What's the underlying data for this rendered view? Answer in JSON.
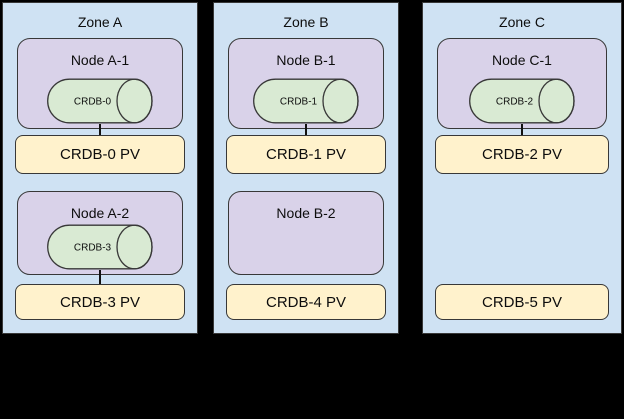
{
  "diagram": {
    "description": "Three availability zones with Kubernetes nodes, CRDB pods and persistent volumes",
    "background_color": "#000000",
    "colors": {
      "zone_fill": "#cfe2f3",
      "node_fill": "#d9d2e9",
      "pod_fill": "#d9ead3",
      "pv_fill": "#fff2cc",
      "border": "#383838"
    },
    "zones": [
      {
        "title": "Zone A",
        "nodes": [
          {
            "label": "Node A-1",
            "pod": "CRDB-0",
            "pod_connected_to_pv": true
          },
          {
            "label": "Node A-2",
            "pod": "CRDB-3",
            "pod_connected_to_pv": true
          }
        ],
        "pvs": [
          "CRDB-0 PV",
          "CRDB-3 PV"
        ]
      },
      {
        "title": "Zone B",
        "nodes": [
          {
            "label": "Node B-1",
            "pod": "CRDB-1",
            "pod_connected_to_pv": true
          },
          {
            "label": "Node B-2",
            "pod": null,
            "pod_connected_to_pv": false
          }
        ],
        "pvs": [
          "CRDB-1 PV",
          "CRDB-4 PV"
        ]
      },
      {
        "title": "Zone C",
        "nodes": [
          {
            "label": "Node C-1",
            "pod": "CRDB-2",
            "pod_connected_to_pv": true
          }
        ],
        "pvs": [
          "CRDB-2 PV",
          "CRDB-5 PV"
        ]
      }
    ]
  }
}
